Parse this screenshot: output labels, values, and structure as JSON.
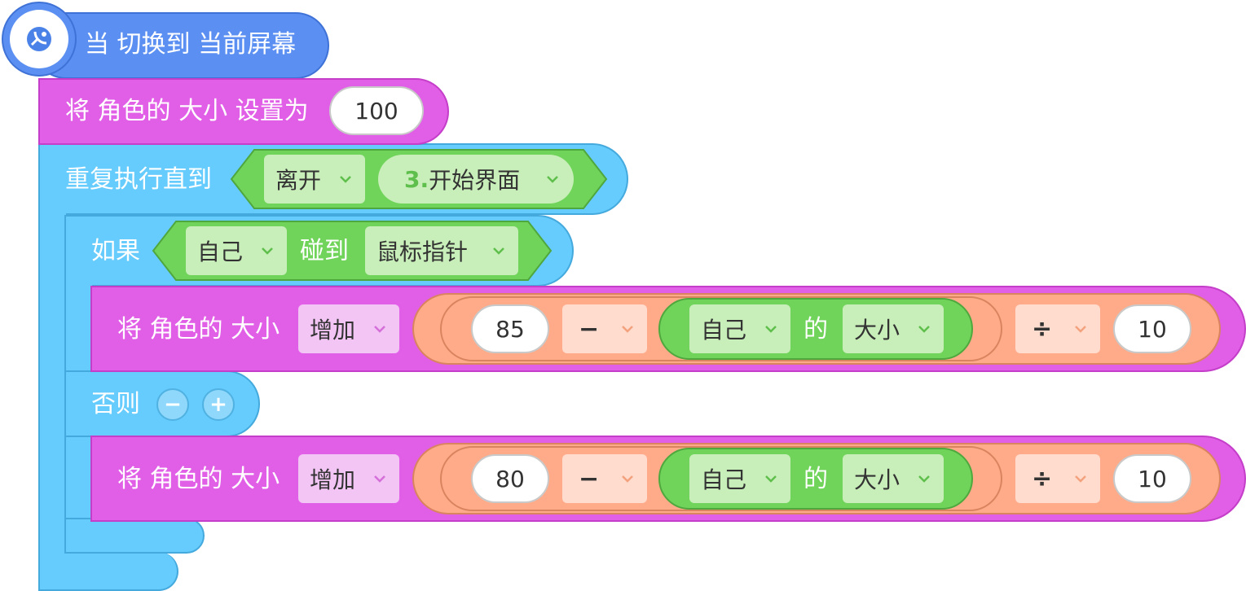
{
  "hat": {
    "label": "当 切换到 当前屏幕",
    "icon": "satellite-dish-icon"
  },
  "set_size": {
    "label": "将 角色的 大小 设置为",
    "value": "100"
  },
  "repeat_until": {
    "label": "重复执行直到",
    "condition": {
      "dropdown1": "离开",
      "dropdown2_num": "3.",
      "dropdown2_text": "开始界面"
    }
  },
  "if_block": {
    "label": "如果",
    "condition": {
      "sprite": "自己",
      "touch_label": "碰到",
      "target": "鼠标指针"
    }
  },
  "change_size_1": {
    "label": "将 角色的 大小",
    "mode": "增加",
    "left_value": "85",
    "minus_op": "−",
    "sprite": "自己",
    "of_label": "的",
    "attribute": "大小",
    "div_op": "÷",
    "divisor": "10"
  },
  "else_block": {
    "label": "否则",
    "minus": "−",
    "plus": "+"
  },
  "change_size_2": {
    "label": "将 角色的 大小",
    "mode": "增加",
    "left_value": "80",
    "minus_op": "−",
    "sprite": "自己",
    "of_label": "的",
    "attribute": "大小",
    "div_op": "÷",
    "divisor": "10"
  },
  "colors": {
    "event_blue": "#5b8ff2",
    "looks_magenta": "#e15ee6",
    "control_blue": "#66cbfd",
    "sensing_green": "#70d35a",
    "operator_orange": "#ffab89"
  }
}
